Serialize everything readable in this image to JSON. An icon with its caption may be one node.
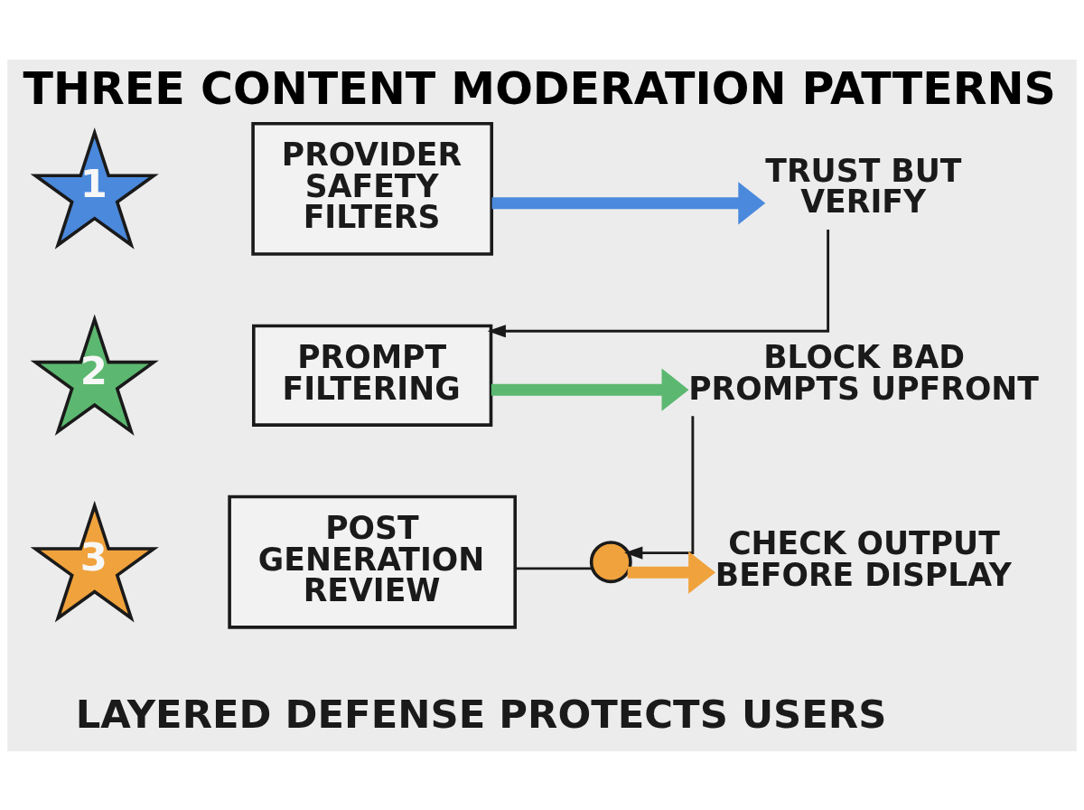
{
  "diagram": {
    "title": "THREE CONTENT MODERATION PATTERNS",
    "caption": "LAYERED DEFENSE PROTECTS USERS",
    "nodes": [
      {
        "text": [
          "1"
        ]
      },
      {
        "text": [
          "PROVIDER SAFETY FILTERS"
        ]
      },
      {
        "text": [
          "TRUST BUT VERIFY"
        ]
      },
      {
        "text": [
          "2"
        ]
      },
      {
        "text": [
          "PROMPT FILTERING"
        ]
      },
      {
        "text": [
          "BLOCK BAD PROMPTS UPFRONT"
        ]
      },
      {
        "text": [
          "3"
        ]
      },
      {
        "text": [
          "POST GENERATION REVIEW"
        ]
      },
      {
        "text": [
          "CHECK OUTPUT BEFORE DISPLAY"
        ]
      },
      {
        "text": [],
        "shape": "circle"
      }
    ],
    "edges": [
      {
        "from": 1,
        "to": 2,
        "arrow": "to",
        "style": "thick",
        "color": "#4a89dc"
      },
      {
        "from": 2,
        "to": 4,
        "arrow": "to"
      },
      {
        "from": 4,
        "to": 5,
        "arrow": "to",
        "style": "thick",
        "color": "#5cb870"
      },
      {
        "from": 5,
        "to": 9,
        "arrow": "to"
      },
      {
        "from": 7,
        "to": 9,
        "arrow": "none"
      },
      {
        "from": 9,
        "to": 8,
        "arrow": "to",
        "style": "thick",
        "color": "#f0a23c"
      }
    ]
  }
}
